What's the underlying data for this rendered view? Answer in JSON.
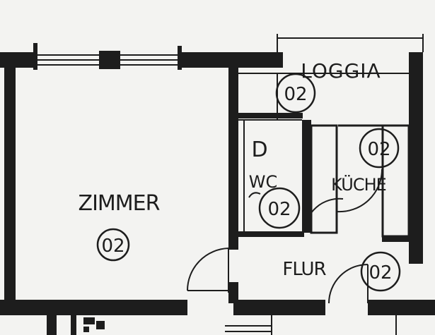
{
  "plan": {
    "rooms": [
      {
        "id": "zimmer",
        "label": "ZIMMER",
        "code": "02"
      },
      {
        "id": "loggia",
        "label": "LOGGIA",
        "code": "02"
      },
      {
        "id": "kueche",
        "label": "KÜCHE",
        "code": "02"
      },
      {
        "id": "wc",
        "label": "WC",
        "code": "02"
      },
      {
        "id": "flur",
        "label": "FLUR",
        "code": "02"
      }
    ],
    "symbols": {
      "shower_letter": "D"
    },
    "colors": {
      "ink": "#1d1d1d",
      "paper": "#f3f3f1"
    }
  }
}
